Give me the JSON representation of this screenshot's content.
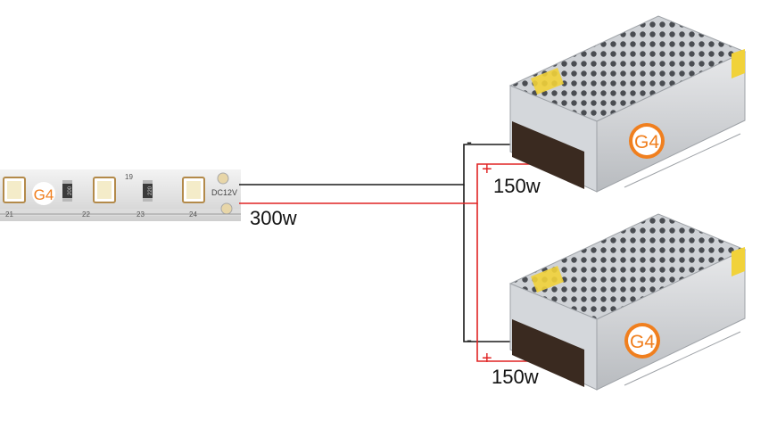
{
  "strip": {
    "brand": "G4",
    "voltage": "DC12V",
    "ruler_marks": [
      "21",
      "22",
      "23",
      "24"
    ],
    "resistor_codes": [
      "200",
      "220"
    ],
    "extra_mark": "19",
    "power_label": "300w"
  },
  "supplies": [
    {
      "brand": "G4",
      "power_label": "150w",
      "minus_sign": "-",
      "plus_sign": "+"
    },
    {
      "brand": "G4",
      "power_label": "150w",
      "minus_sign": "-",
      "plus_sign": "+"
    }
  ],
  "colors": {
    "negative_wire": "#1a1a1a",
    "positive_wire": "#e02424",
    "brand_accent": "#f07f1e",
    "led": "#f4ecc9",
    "terminal": "#3a2a20",
    "chassis": "#c9ccd0"
  }
}
